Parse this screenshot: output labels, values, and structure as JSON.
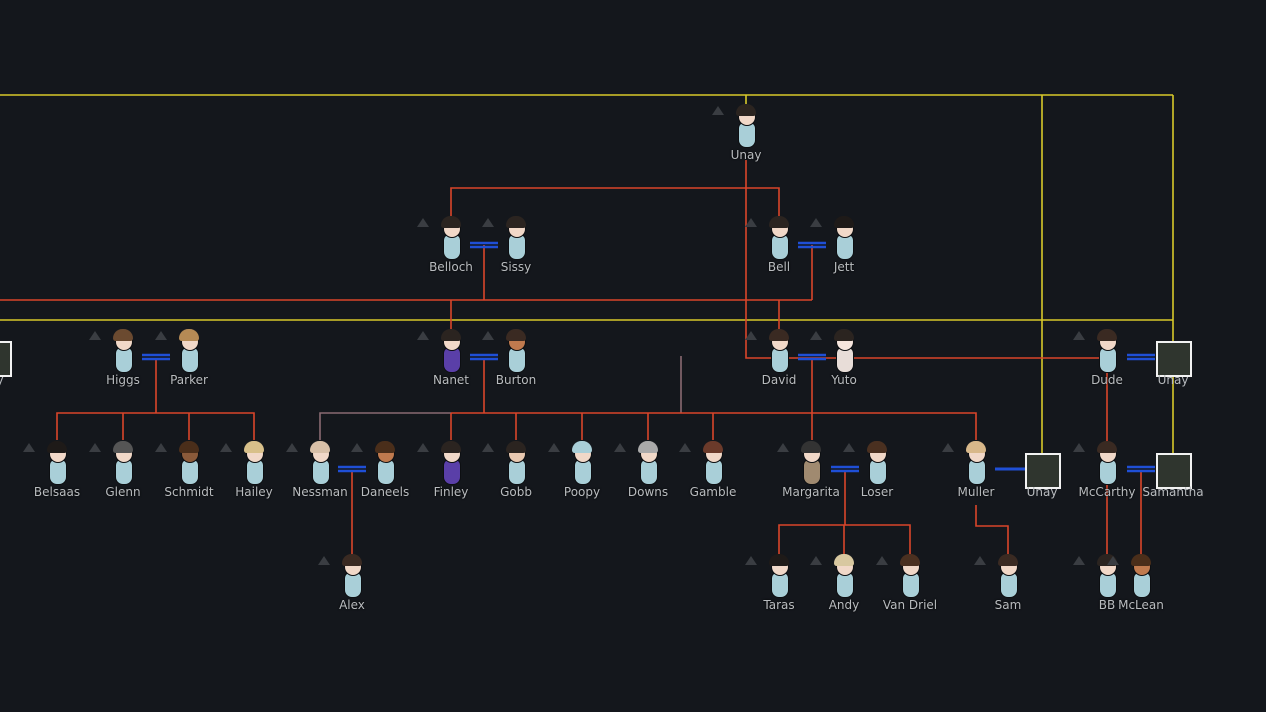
{
  "title": "Family tree",
  "people": {
    "unay_root": "Unay",
    "belloch": "Belloch",
    "sissy": "Sissy",
    "bell": "Bell",
    "jett": "Jett",
    "edge_unknown": "y",
    "higgs": "Higgs",
    "parker": "Parker",
    "nanet": "Nanet",
    "burton": "Burton",
    "david": "David",
    "yuto": "Yuto",
    "dude": "Dude",
    "unay_box1": "Unay",
    "belsaas": "Belsaas",
    "glenn": "Glenn",
    "schmidt": "Schmidt",
    "hailey": "Hailey",
    "nessman": "Nessman",
    "daneels": "Daneels",
    "finley": "Finley",
    "gobb": "Gobb",
    "poopy": "Poopy",
    "downs": "Downs",
    "gamble": "Gamble",
    "margarita": "Margarita",
    "loser": "Loser",
    "muller": "Muller",
    "unay_box2": "Unay",
    "mccarthy": "McCarthy",
    "samantha": "Samantha",
    "alex": "Alex",
    "taras": "Taras",
    "andy": "Andy",
    "van_driel": "Van Driel",
    "sam": "Sam",
    "bb": "BB",
    "mclean": "McLean"
  },
  "colors": {
    "background": "#14171c",
    "parent_line": "#d9452a",
    "ancestor_line": "#d8c92a",
    "half_line": "#8a6a72",
    "spouse_arrow": "#1f4fd6",
    "uniform": "#a9cfd8"
  }
}
